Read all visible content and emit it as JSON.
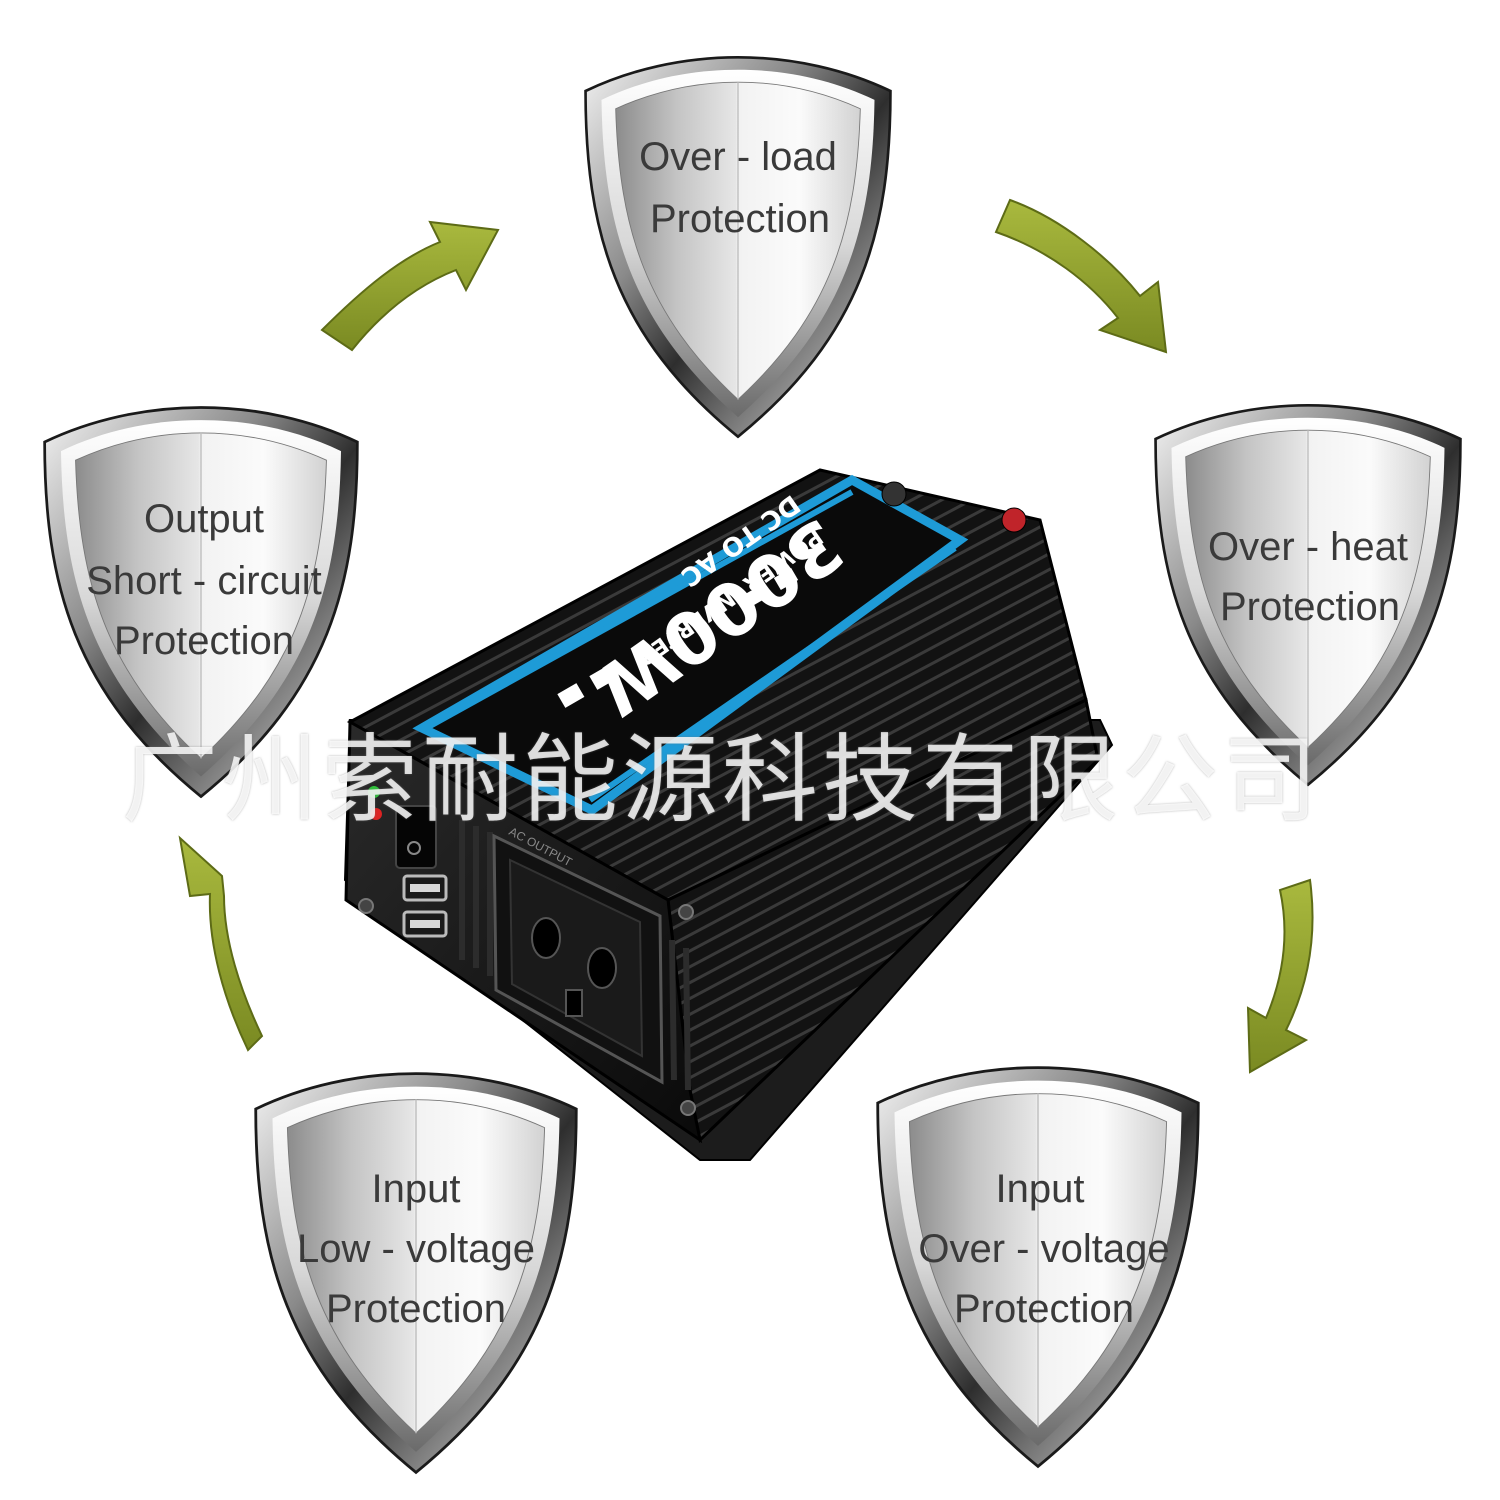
{
  "shields": [
    {
      "id": "over-load",
      "lines": [
        "Over - load",
        "Protection"
      ]
    },
    {
      "id": "over-heat",
      "lines": [
        "Over - heat",
        "Protection"
      ]
    },
    {
      "id": "input-over-voltage",
      "lines": [
        "Input",
        "Over - voltage",
        "Protection"
      ]
    },
    {
      "id": "input-low-voltage",
      "lines": [
        "Input",
        "Low - voltage",
        "Protection"
      ]
    },
    {
      "id": "output-short-circuit",
      "lines": [
        "Output",
        "Short - circuit",
        "Protection"
      ]
    }
  ],
  "product": {
    "power_rating": "3000W",
    "type_line": "DC TO AC",
    "name_line": "POWER INVERTER",
    "output_label": "AC OUTPUT"
  },
  "watermark": "广州索耐能源科技有限公司",
  "colors": {
    "arrow": "#8a9a2c",
    "arrow_dark": "#5d6b16",
    "accent_blue": "#1e9bd7",
    "body": "#141414"
  }
}
